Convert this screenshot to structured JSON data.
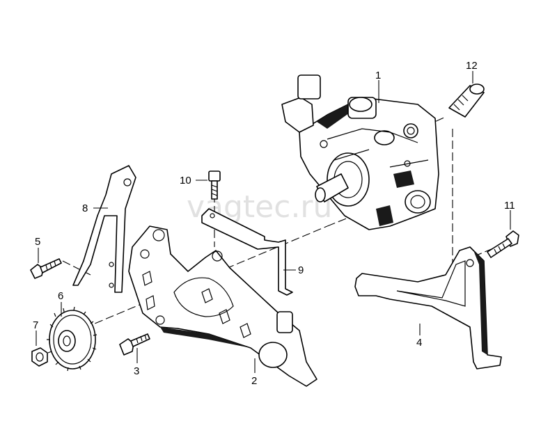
{
  "diagram": {
    "watermark": "vagtec.ru",
    "callouts": [
      {
        "id": "1",
        "label": "1"
      },
      {
        "id": "2",
        "label": "2"
      },
      {
        "id": "3",
        "label": "3"
      },
      {
        "id": "4",
        "label": "4"
      },
      {
        "id": "5",
        "label": "5"
      },
      {
        "id": "6",
        "label": "6"
      },
      {
        "id": "7",
        "label": "7"
      },
      {
        "id": "8",
        "label": "8"
      },
      {
        "id": "9",
        "label": "9"
      },
      {
        "id": "10",
        "label": "10"
      },
      {
        "id": "11",
        "label": "11"
      },
      {
        "id": "12",
        "label": "12"
      }
    ]
  }
}
